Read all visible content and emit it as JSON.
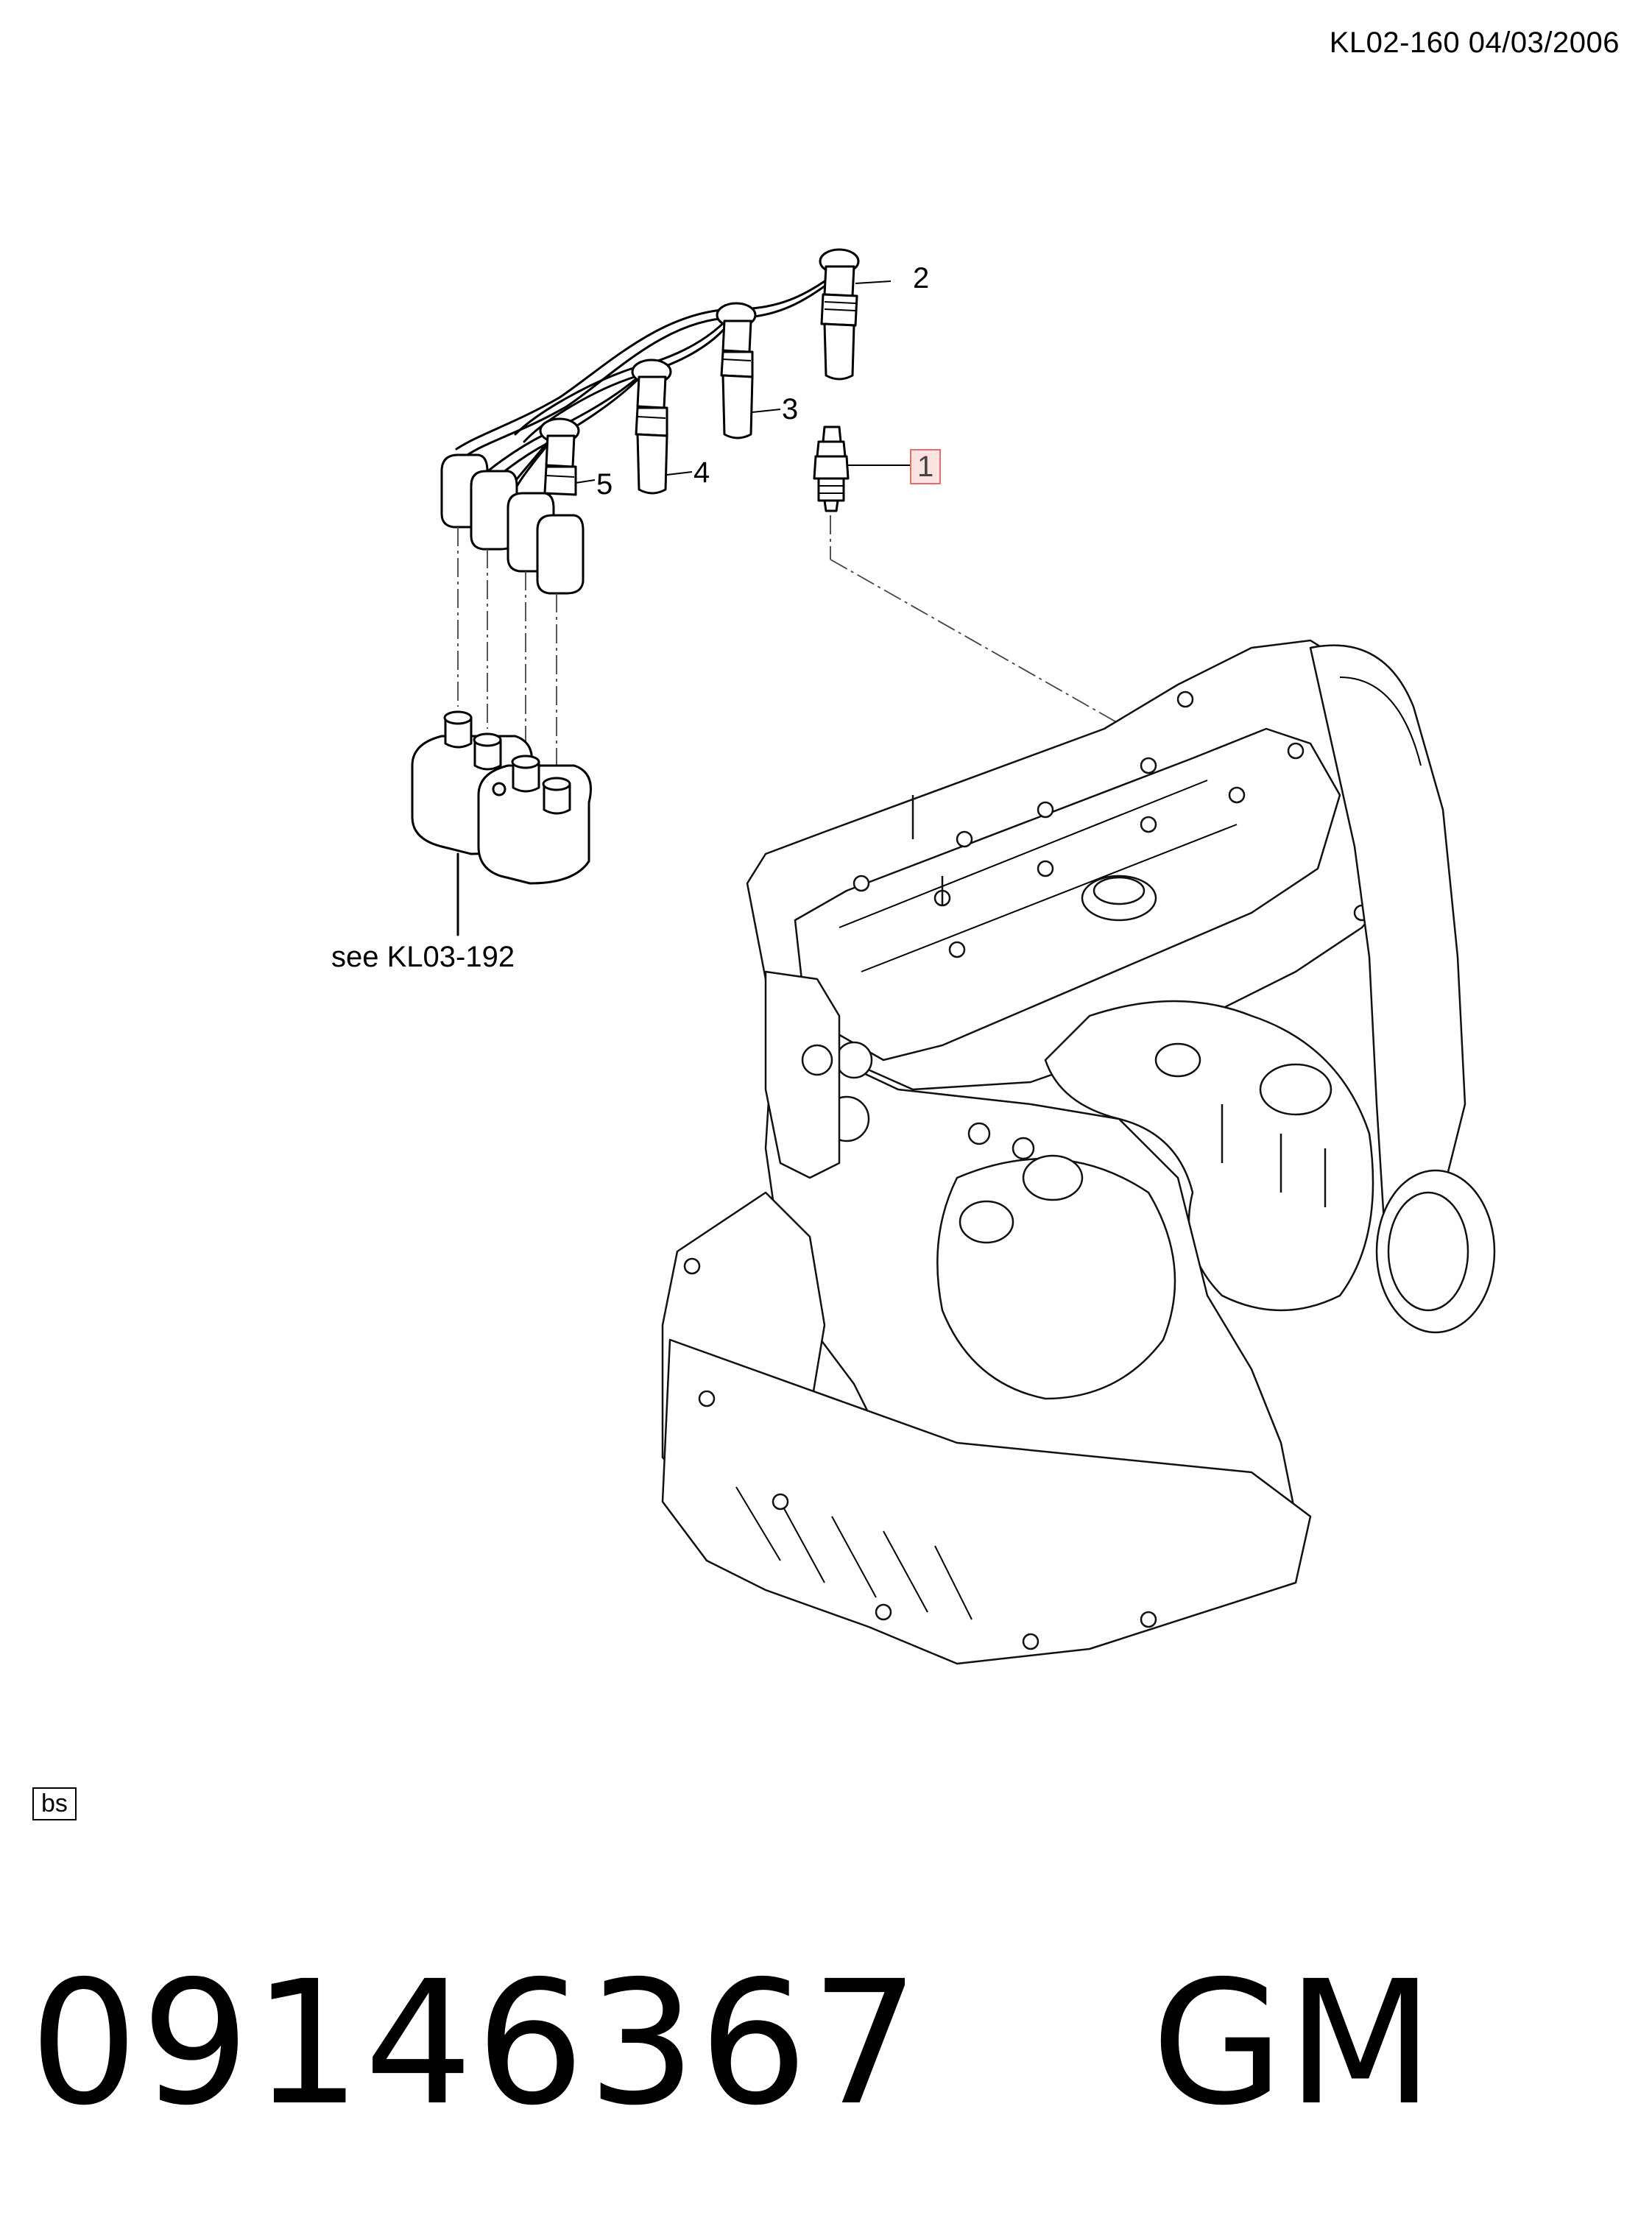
{
  "header": {
    "reference": "KL02-160 04/03/2006"
  },
  "callouts": {
    "c1": "1",
    "c2": "2",
    "c3": "3",
    "c4": "4",
    "c5": "5"
  },
  "see_reference": "see KL03-192",
  "badge": "bs",
  "footer": {
    "part_number": "09146367    GM"
  }
}
